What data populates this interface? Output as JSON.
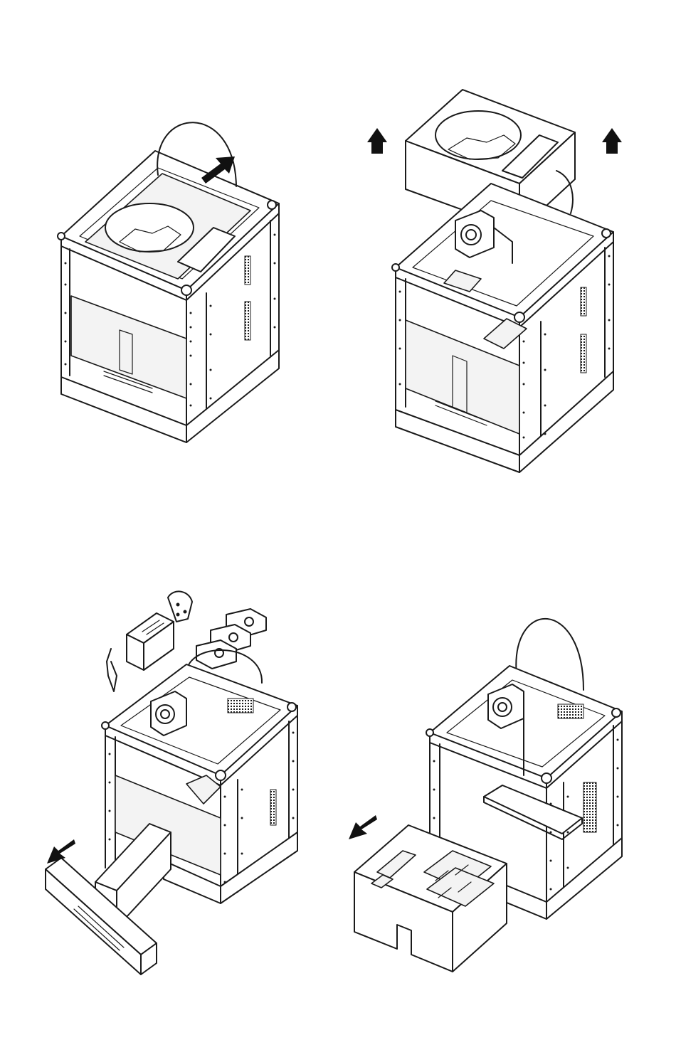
{
  "figure": {
    "panels": [
      {
        "id": "step-1",
        "description_visible": false,
        "arrow_direction": "back-right",
        "arrow_color": "#111111"
      },
      {
        "id": "step-2",
        "arrow_direction": "up",
        "arrow_count": 2,
        "arrow_color": "#111111"
      },
      {
        "id": "step-3",
        "arrow_direction": "front-left",
        "arrow_color": "#111111"
      },
      {
        "id": "step-4",
        "arrow_direction": "front-left",
        "arrow_color": "#111111"
      }
    ],
    "line_color": "#1a1a1a",
    "background": "#ffffff"
  }
}
